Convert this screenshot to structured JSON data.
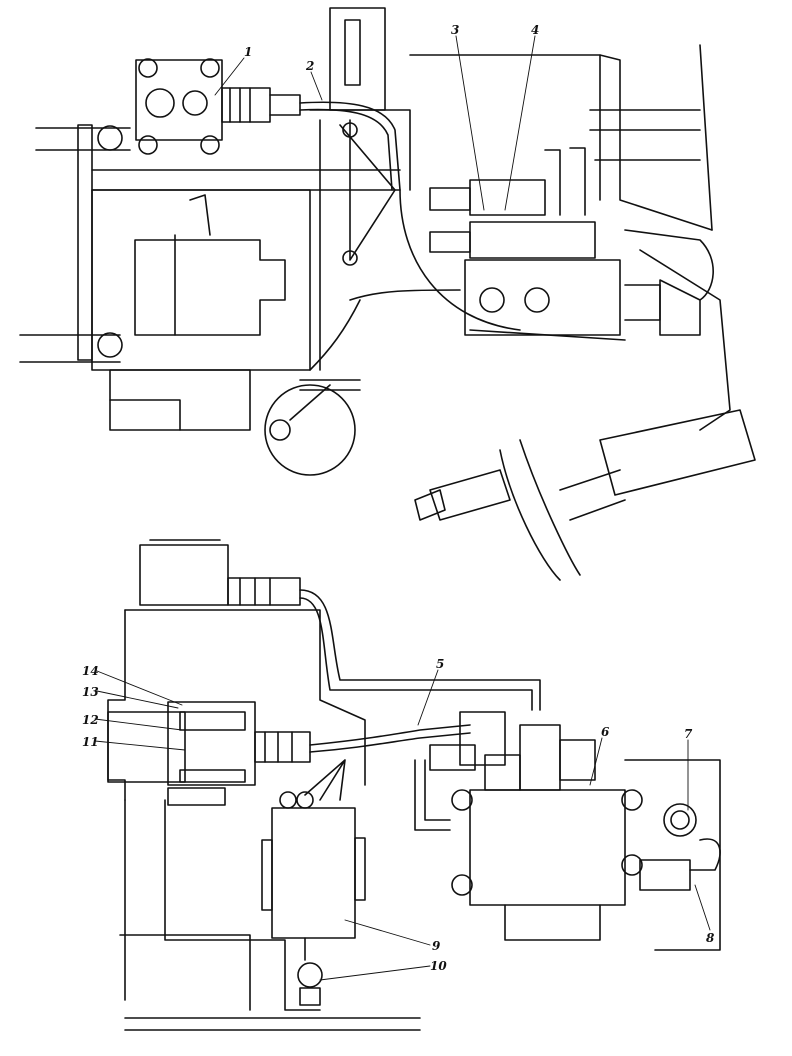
{
  "figure": {
    "line_color": "#111111",
    "background": "#ffffff"
  },
  "callouts": [
    {
      "id": "c1",
      "text": "1"
    },
    {
      "id": "c2",
      "text": "2"
    },
    {
      "id": "c3",
      "text": "3"
    },
    {
      "id": "c4",
      "text": "4"
    },
    {
      "id": "c5",
      "text": "5"
    },
    {
      "id": "c6",
      "text": "6"
    },
    {
      "id": "c7",
      "text": "7"
    },
    {
      "id": "c8",
      "text": "8"
    },
    {
      "id": "c9",
      "text": "9"
    },
    {
      "id": "c10",
      "text": "10"
    },
    {
      "id": "c11",
      "text": "11"
    },
    {
      "id": "c12",
      "text": "12"
    },
    {
      "id": "c13",
      "text": "13"
    },
    {
      "id": "c14",
      "text": "14"
    }
  ]
}
